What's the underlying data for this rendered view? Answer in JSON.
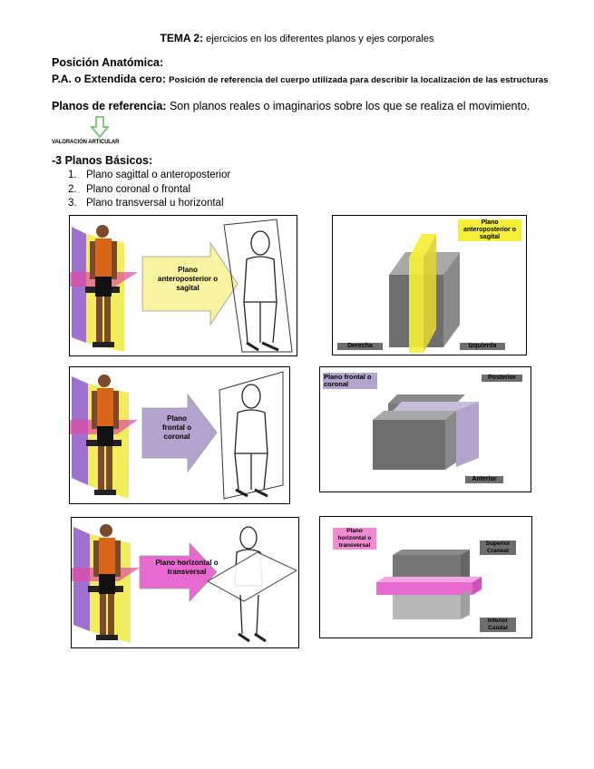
{
  "header": {
    "title_bold": "TEMA 2:",
    "title_rest": "ejercicios en los diferentes planos y ejes corporales"
  },
  "anatomical": {
    "heading": "Posición Anatómica:",
    "pa_label": "P.A. o Extendida cero:",
    "pa_text": "Posición de referencia del cuerpo utilizada para describir la localización de las estructuras"
  },
  "reference": {
    "label": "Planos de referencia:",
    "text": "Son planos reales o imaginarios sobre los que se realiza el movimiento.",
    "icon_caption": "VALORACIÓN ARTICULAR"
  },
  "basic_planes": {
    "heading": "-3 Planos Básicos:",
    "items": [
      {
        "num": "1.",
        "text": "Plano sagittal o anteroposterior"
      },
      {
        "num": "2.",
        "text": "Plano coronal o frontal"
      },
      {
        "num": "3.",
        "text": "Plano transversal u horizontal"
      }
    ]
  },
  "figures": {
    "sagittal_arrow": "Plano anteroposterior o sagital",
    "frontal_arrow": "Plano frontal o coronal",
    "horizontal_arrow": "Plano horizontal o transversal"
  },
  "diagrams": {
    "sagittal": {
      "label": "Plano anteroposterior o sagital",
      "left": "Derecha",
      "right": "Izquierda"
    },
    "frontal": {
      "label": "Plano frontal o coronal",
      "back": "Posterior",
      "front": "Anterior"
    },
    "horizontal": {
      "label": "Plano horizontal o transversal",
      "top": "Superior Craneal",
      "bottom": "Inferior Caudal"
    }
  },
  "colors": {
    "yellow": "#f5ef3a",
    "purple": "#b3a3cf",
    "magenta": "#e86ad0",
    "pink": "#f28cd2",
    "gray_dark": "#6e6e6e",
    "gray_label": "#666666"
  }
}
